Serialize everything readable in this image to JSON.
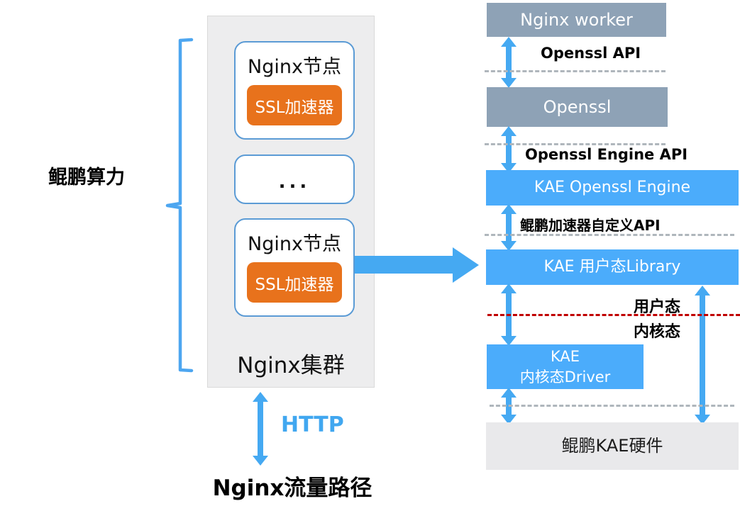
{
  "left": {
    "bracket_label": "鲲鹏算力"
  },
  "cluster": {
    "node1": {
      "title": "Nginx节点",
      "accel": "SSL加速器"
    },
    "ellipsis": "...",
    "node2": {
      "title": "Nginx节点",
      "accel": "SSL加速器"
    },
    "caption": "Nginx集群",
    "http_label": "HTTP",
    "traffic_label": "Nginx流量路径"
  },
  "stack": {
    "nginx_worker": "Nginx worker",
    "openssl_api": "Openssl API",
    "openssl": "Openssl",
    "openssl_engine_api": "Openssl Engine API",
    "kae_engine": "KAE Openssl Engine",
    "kae_custom_api": "鲲鹏加速器自定义API",
    "kae_library": "KAE 用户态Library",
    "user_mode": "用户态",
    "kernel_mode": "内核态",
    "kae_driver_line1": "KAE",
    "kae_driver_line2": "内核态Driver",
    "kae_hardware": "鲲鹏KAE硬件"
  },
  "colors": {
    "layer_blue": "#4BACFB",
    "layer_steel": "#8EA2B6",
    "hardware_gray": "#E9E9EB",
    "accel_orange": "#E8721C",
    "arrow_blue": "#45A9F2",
    "boundary_red": "#C00000",
    "dash_gray": "#AFB6BC",
    "node_border_blue": "#5B9BD5",
    "http_blue": "#41A7F0",
    "panel_gray": "#EDEDEE"
  }
}
